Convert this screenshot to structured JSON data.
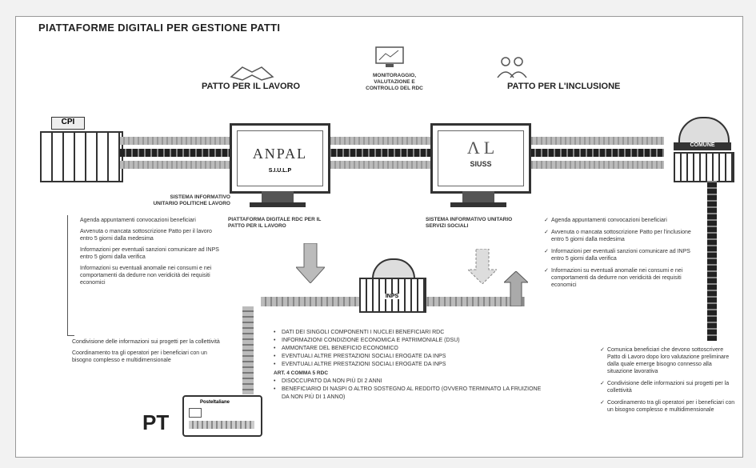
{
  "title": "PIATTAFORME DIGITALI PER GESTIONE PATTI",
  "sections": {
    "patto_lavoro": "PATTO PER IL LAVORO",
    "monitoraggio": "MONITORAGGIO, VALUTAZIONE E CONTROLLO DEL RDC",
    "patto_inclusione": "PATTO PER L'INCLUSIONE"
  },
  "nodes": {
    "cpi": "CPI",
    "comune": "COMUNE",
    "anpal_logo": "ANPAL",
    "anpal_sub": "S.I.U.L.P",
    "sius_logo": "SIUSS",
    "inps": "INPS",
    "poste": "PosteItaliane",
    "pt": "PT"
  },
  "captions": {
    "siulp": "SISTEMA INFORMATIVO UNITARIO POLITICHE LAVORO",
    "piattaforma_rdc": "PIATTAFORMA DIGITALE RDC PER IL PATTO PER IL LAVORO",
    "siuss": "SISTEMA INFORMATIVO UNITARIO SERVIZI SOCIALI"
  },
  "left_notes": [
    "Agenda appuntamenti convocazioni beneficiari",
    "Avvenuta o mancata sottoscrizione Patto per il lavoro entro 5 giorni dalla medesima",
    "Informazioni per eventuali sanzioni comunicare ad INPS entro 5 giorni dalla verifica",
    "Informazioni su eventuali anomalie nei consumi e nei comportamenti da dedurre non veridicità dei requisiti economici"
  ],
  "left_bottom_notes": [
    "Condivisione delle informazioni sui progetti per la collettività",
    "Coordinamento tra gli operatori per i beneficiari con un bisogno complesso e multidimensionale"
  ],
  "right_notes": [
    "Agenda appuntamenti convocazioni beneficiari",
    "Avvenuta o mancata sottoscrizione Patto per l'inclusione entro 5 giorni dalla medesima",
    "Informazioni per eventuali sanzioni comunicare ad INPS entro 5 giorni dalla verifica",
    "Informazioni su eventuali anomalie nei consumi e nei comportamenti da dedurre non veridicità dei requisiti economici"
  ],
  "right_bottom_notes": [
    "Comunica beneficiari che devono sottoscrivere Patto di Lavoro dopo loro valutazione preliminare dalla quale emerge bisogno connesso alla situazione lavorativa",
    "Condivisione delle informazioni sui progetti per la collettività",
    "Coordinamento tra gli operatori per i beneficiari con un bisogno complesso e multidimensionale"
  ],
  "center_list": [
    "Dati dei singoli componenti i nuclei beneficiari RDC",
    "Informazioni condizione economica e patrimoniale (DSU)",
    "Ammontare del beneficio economico",
    "Eventuali altre prestazioni sociali erogate da INPS",
    "Eventuali altre prestazioni sociali erogate da INPS"
  ],
  "art4": {
    "heading": "ART. 4 COMMA 5 RDC",
    "items": [
      "Disoccupato da non più di 2 anni",
      "Beneficiario di NASPI o altro sostegno al reddito (Ovvero terminato la fruizione da non più di 1 anno)"
    ]
  }
}
